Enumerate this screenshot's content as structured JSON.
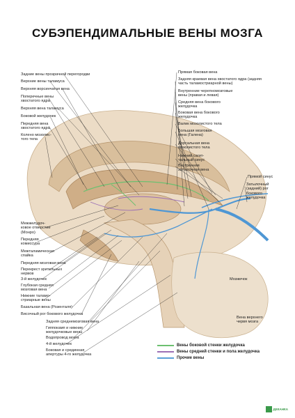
{
  "title": "СУБЭПЕНДИМАЛЬНЫЕ ВЕНЫ МОЗГА",
  "left_labels": [
    "Задние вены прозрачной перегородки",
    "Верхние вены таламуса",
    "Верхняя ворсинчатая вена",
    "Поперечные вены\nхвостатого ядра",
    "Верхняя вена таламуса",
    "Боковой желудочек",
    "Передняя вена\nхвостатого ядра",
    "Колено мозолис-\nтого тела",
    "Межжелудоч-\nковое отверстие\n(Монро)",
    "Передняя\nкомиссура",
    "Межталамическая\nспайка",
    "Передняя мозговая вена",
    "Перекрест зрительных\nнервов",
    "3-й желудочек",
    "Глубокая средняя\nмозговая вена",
    "Нижние таламо-\nстриарные вены",
    "Базальная вена (Розенталя)",
    "Височный рог бокового желудочка",
    "Задняя среднемозговая вена",
    "Гиппокамп и нижние\nжелудочковые вены",
    "Водопровод мозга",
    "4-й желудочек",
    "Боковая и срединная\nапертуры 4-го желудочка"
  ],
  "right_labels": [
    "Прямая боковая вена",
    "Задняя краевая вена хвостатого ядра (задняя\nчасть таламостриарной вены)",
    "Внутренние черепномозговые\nвены (правая и левая)",
    "Средняя вена бокового\nжелудочка",
    "Боковая вена бокового\nжелудочка",
    "Валик мозолистого тела",
    "Большая мозговая\nвена (Галена)",
    "Дорсальная вена\nмозолистого тела",
    "Нижний сагит-\nтальный синус",
    "Внутренняя\nзатылочная вена",
    "Прямой синус",
    "Затылочный\n(задний) рог\nбокового\nжелудочка",
    "Мозжечок",
    "Вена верхнего\nчервя мозга"
  ],
  "legend": [
    {
      "label": "Вены боковой стенки желудочка",
      "color": "#6cc070"
    },
    {
      "label": "Вены средней стенки и пола желудочка",
      "color": "#9b6fb5"
    },
    {
      "label": "Прочие вены",
      "color": "#5a9fd8"
    }
  ],
  "logo_text": "ДЕКАНКА",
  "colors": {
    "brain_fill": "#e3cfb3",
    "ventricle_fill": "#cfae87",
    "vein_blue": "#4f97d4",
    "line": "#222222"
  }
}
